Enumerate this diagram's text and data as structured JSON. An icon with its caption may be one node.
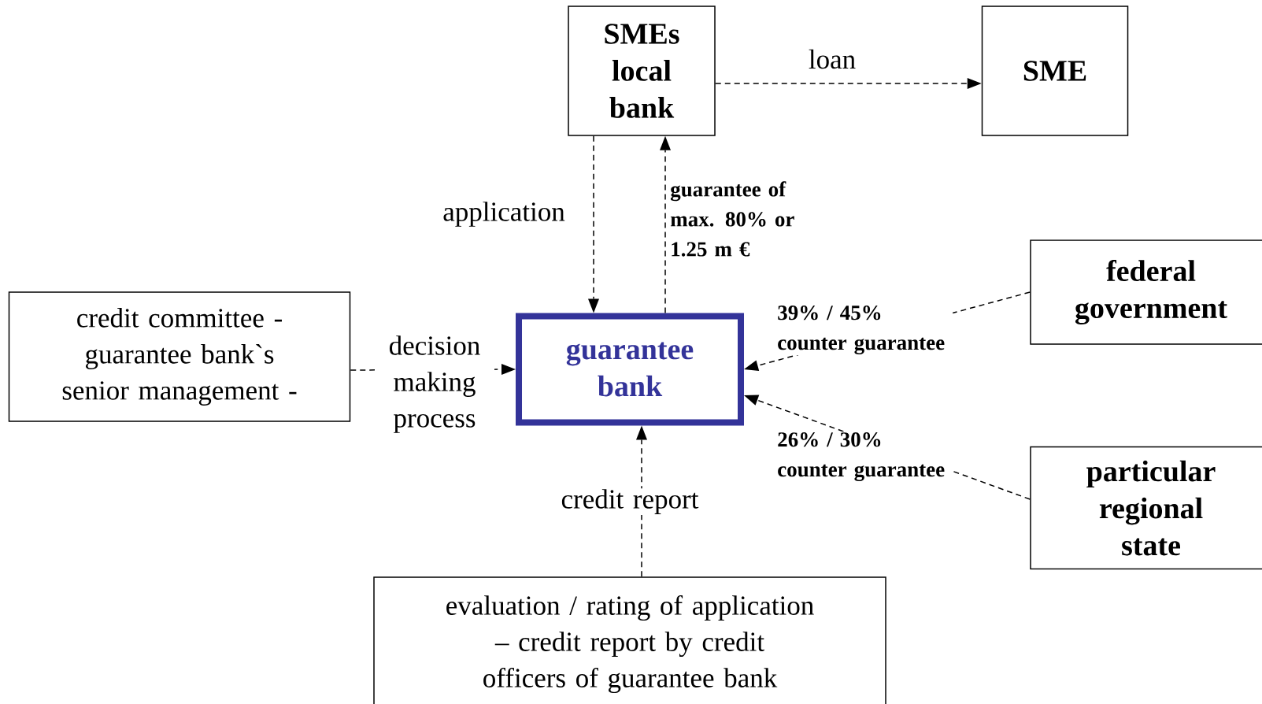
{
  "diagram": {
    "nodes": [
      {
        "text": [
          "SMEs local bank"
        ]
      },
      {
        "text": [
          "SME"
        ]
      },
      {
        "text": [
          "credit committee - guarantee bank`s senior management -"
        ]
      },
      {
        "text": [
          "guarantee bank"
        ]
      },
      {
        "text": [
          "federal government"
        ]
      },
      {
        "text": [
          "particular regional state"
        ]
      },
      {
        "text": [
          "evaluation / rating of application – credit report by credit officers of guarantee bank"
        ]
      }
    ],
    "edges": [
      {
        "from": 0,
        "to": 1,
        "arrow": "to",
        "label": "loan"
      },
      {
        "from": 0,
        "to": 3,
        "arrow": "to",
        "label": "application"
      },
      {
        "from": 3,
        "to": 0,
        "arrow": "to",
        "label": "guarantee of max. 80% or 1.25 m €"
      },
      {
        "from": 2,
        "to": 3,
        "arrow": "to",
        "label": "decision making process"
      },
      {
        "from": 4,
        "to": 3,
        "arrow": "to",
        "label": "39%  / 45% counter guarantee"
      },
      {
        "from": 5,
        "to": 3,
        "arrow": "to",
        "label": "26% / 30% counter guarantee"
      },
      {
        "from": 6,
        "to": 3,
        "arrow": "to",
        "label": "credit report"
      }
    ]
  }
}
